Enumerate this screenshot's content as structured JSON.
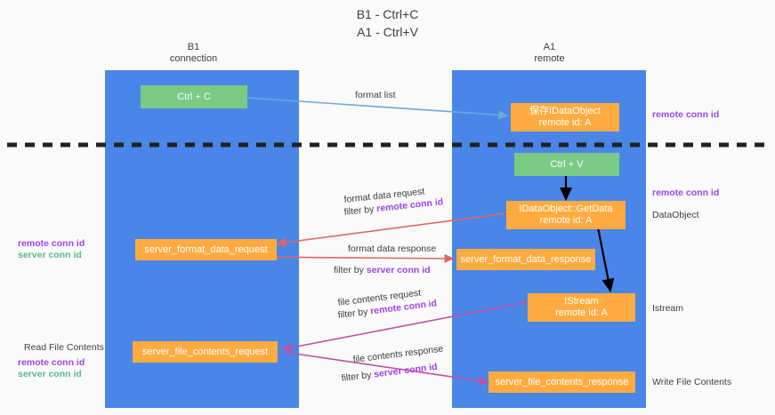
{
  "diagram": {
    "title_line1": "B1 - Ctrl+C",
    "title_line2": "A1 - Ctrl+V",
    "lanes": [
      {
        "name": "left-lane",
        "title_line1": "B1",
        "title_line2": "connection"
      },
      {
        "name": "right-lane",
        "title_line1": "A1",
        "title_line2": "remote"
      }
    ],
    "nodes": {
      "ctrl_c": {
        "line1": "Ctrl + C",
        "line2": ""
      },
      "ctrl_v": {
        "line1": "Ctrl + V",
        "line2": ""
      },
      "save_idataobject": {
        "line1": "保存IDataObject",
        "line2": "remote id: A"
      },
      "idataobject_getdata": {
        "line1": "IDataObject::GetData",
        "line2": "remote id: A"
      },
      "istream": {
        "line1": "IStream",
        "line2": "remote id: A"
      },
      "server_format_data_request": {
        "line1": "server_format_data_request",
        "line2": ""
      },
      "server_format_data_response": {
        "line1": "server_format_data_response",
        "line2": ""
      },
      "server_file_contents_request": {
        "line1": "server_file_contents_request",
        "line2": ""
      },
      "server_file_contents_response": {
        "line1": "server_file_contents_response",
        "line2": ""
      }
    },
    "edge_labels": {
      "format_list": "format list",
      "format_data_request": "format data request",
      "format_data_request_filter_prefix": "filter by ",
      "format_data_request_filter_key": "remote conn id",
      "format_data_response": "format data response",
      "format_data_response_filter_prefix": "filter by ",
      "format_data_response_filter_key": "server conn id",
      "file_contents_request": "file contents request",
      "file_contents_request_filter_prefix": "filter by ",
      "file_contents_request_filter_key": "remote conn id",
      "file_contents_response": "file contents response",
      "file_contents_response_filter_prefix": "filter by ",
      "file_contents_response_filter_key": "server conn id"
    },
    "annotations": {
      "right_remote_conn_id_top": "remote conn id",
      "right_remote_conn_id_mid": "remote conn id",
      "right_dataobject": "DataObject",
      "right_istream": "Istream",
      "right_write_file_contents": "Write File Contents",
      "left_remote_conn_id": "remote conn id",
      "left_server_conn_id": "server conn id",
      "left_read_file_contents": "Read File Contents",
      "left_remote_conn_id_2": "remote conn id",
      "left_server_conn_id_2": "server conn id"
    },
    "colors": {
      "lane": "#4a86e8",
      "node_orange": "#ffab40",
      "node_green": "#7bca86",
      "accent_purple": "#a142f4",
      "accent_green": "#57bb8a",
      "arrow_blue": "#6fa8dc",
      "arrow_red": "#e06666",
      "arrow_magenta": "#c27ba0",
      "arrow_black": "#000000",
      "divider": "#202124",
      "background": "#fafafa"
    }
  }
}
